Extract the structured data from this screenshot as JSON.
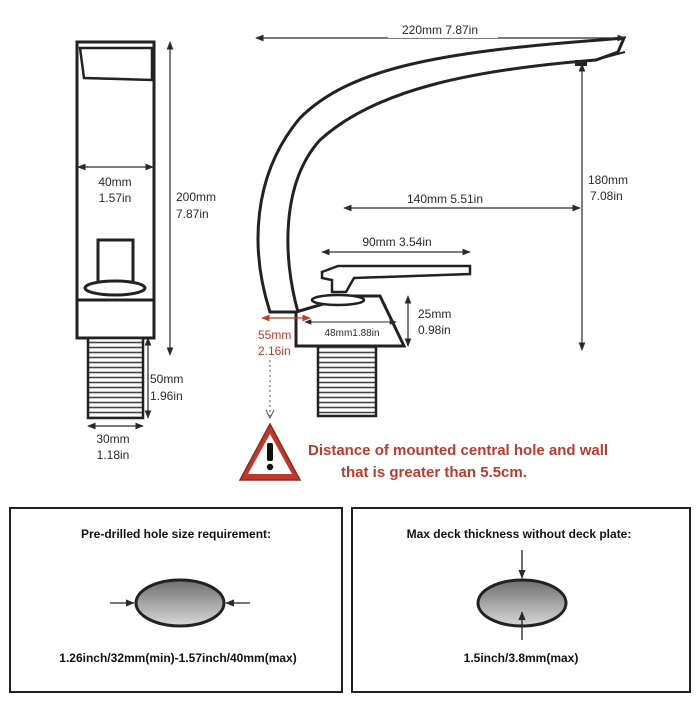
{
  "dimensions": {
    "total_length": "220mm  7.87in",
    "height": "180mm",
    "height_in": "7.08in",
    "spout_reach": "140mm  5.51in",
    "handle_length": "90mm 3.54in",
    "side_width": "40mm",
    "side_width_in": "1.57in",
    "side_height": "200mm",
    "side_height_in": "7.87in",
    "thread_length": "50mm",
    "thread_length_in": "1.96in",
    "thread_width": "30mm",
    "thread_width_in": "1.18in",
    "base_height": "25mm",
    "base_height_in": "0.98in",
    "base_diameter": "48mm1.88in",
    "wall_distance": "55mm",
    "wall_distance_in": "2.16in"
  },
  "warning": {
    "line1": "Distance of mounted central hole and wall",
    "line2": "that is greater than 5.5cm."
  },
  "hole_box": {
    "title": "Pre-drilled hole size requirement:",
    "value": "1.26inch/32mm(min)-1.57inch/40mm(max)"
  },
  "deck_box": {
    "title": "Max deck thickness without deck plate:",
    "value": "1.5inch/3.8mm(max)"
  },
  "colors": {
    "warning_red": "#c0392b",
    "line": "#2a2a2a"
  }
}
